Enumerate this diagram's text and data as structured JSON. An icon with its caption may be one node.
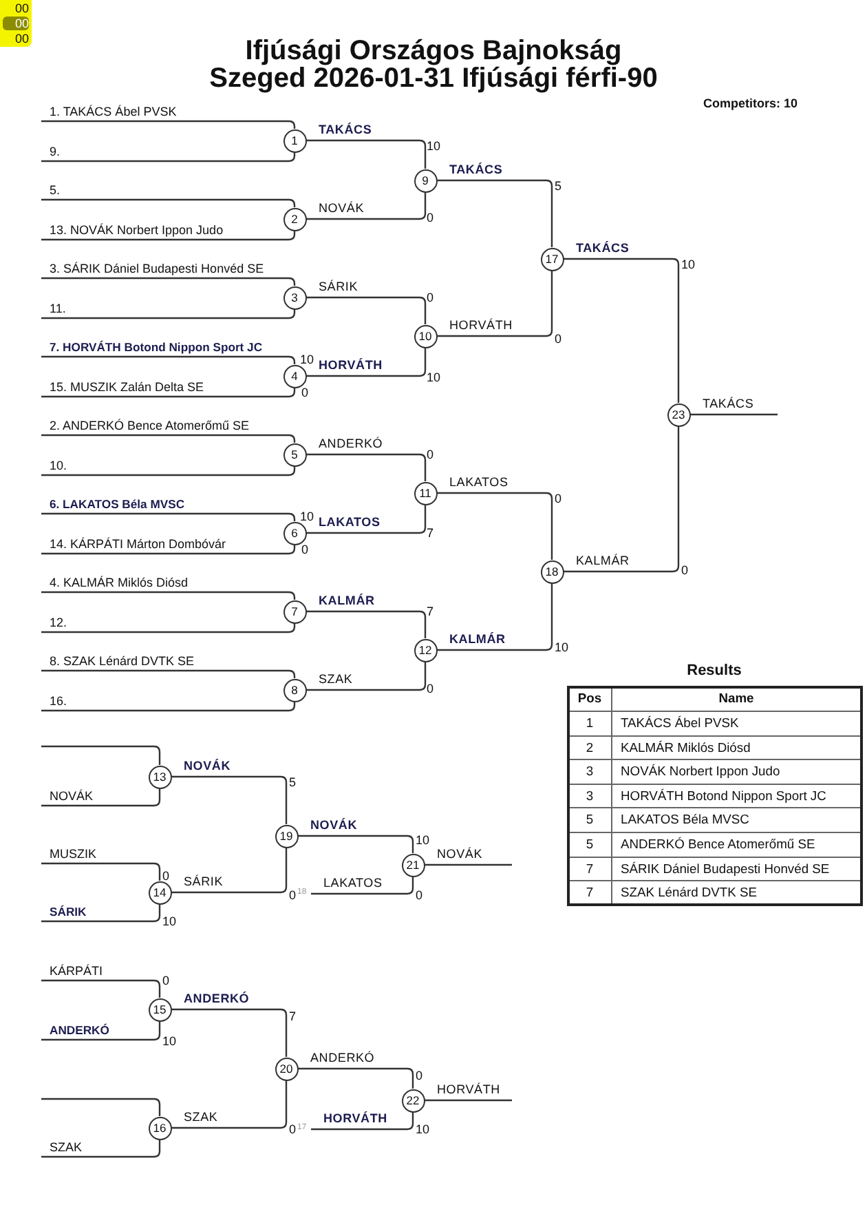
{
  "diagram": {
    "title": "Ifjúsági Országos Bajnokság Szeged 2026-01-31 Ifjúsági férfi-90",
    "nodes": [
      {
        "text": [
          "1"
        ]
      },
      {
        "text": [
          "2"
        ]
      },
      {
        "text": [
          "3"
        ]
      },
      {
        "text": [
          "4"
        ]
      },
      {
        "text": [
          "5"
        ]
      },
      {
        "text": [
          "6"
        ]
      },
      {
        "text": [
          "7"
        ]
      },
      {
        "text": [
          "8"
        ]
      },
      {
        "text": [
          "9"
        ]
      },
      {
        "text": [
          "10"
        ]
      },
      {
        "text": [
          "11"
        ]
      },
      {
        "text": [
          "12"
        ]
      },
      {
        "text": [
          "13"
        ]
      },
      {
        "text": [
          "14"
        ]
      },
      {
        "text": [
          "15"
        ]
      },
      {
        "text": [
          "16"
        ]
      },
      {
        "text": [
          "17"
        ]
      },
      {
        "text": [
          "18"
        ]
      },
      {
        "text": [
          "19"
        ]
      },
      {
        "text": [
          "20"
        ]
      },
      {
        "text": [
          "21"
        ]
      },
      {
        "text": [
          "22"
        ]
      },
      {
        "text": [
          "23"
        ]
      },
      {
        "text": [
          "1. TAKÁCS Ábel PVSK"
        ]
      },
      {
        "text": [
          "9."
        ]
      },
      {
        "text": [
          "5."
        ]
      },
      {
        "text": [
          "13. NOVÁK Norbert Ippon Judo"
        ]
      },
      {
        "text": [
          "3. SÁRIK Dániel Budapesti Honvéd SE"
        ]
      },
      {
        "text": [
          "11."
        ]
      },
      {
        "text": [
          "7. HORVÁTH Botond Nippon Sport JC"
        ]
      },
      {
        "text": [
          "15. MUSZIK Zalán Delta SE"
        ]
      },
      {
        "text": [
          "2. ANDERKÓ Bence Atomerőmű SE"
        ]
      },
      {
        "text": [
          "10."
        ]
      },
      {
        "text": [
          "6. LAKATOS Béla MVSC"
        ]
      },
      {
        "text": [
          "14. KÁRPÁTI Márton Dombóvár"
        ]
      },
      {
        "text": [
          "4. KALMÁR Miklós Diósd"
        ]
      },
      {
        "text": [
          "12."
        ]
      },
      {
        "text": [
          "8. SZAK Lénárd DVTK SE"
        ]
      },
      {
        "text": [
          "16."
        ]
      },
      {
        "text": [
          "NOVÁK"
        ]
      },
      {
        "text": [
          "MUSZIK"
        ]
      },
      {
        "text": [
          "SÁRIK"
        ]
      },
      {
        "text": [
          "KÁRPÁTI"
        ]
      },
      {
        "text": [
          "ANDERKÓ"
        ]
      },
      {
        "text": [
          "SZAK"
        ]
      },
      {
        "text": [
          "18"
        ]
      },
      {
        "text": [
          "17"
        ]
      }
    ],
    "edges": [
      {
        "from": 23,
        "to": 0,
        "arrow": "none"
      },
      {
        "from": 24,
        "to": 0,
        "arrow": "none"
      },
      {
        "from": 25,
        "to": 1,
        "arrow": "none"
      },
      {
        "from": 26,
        "to": 1,
        "arrow": "none"
      },
      {
        "from": 27,
        "to": 2,
        "arrow": "none"
      },
      {
        "from": 28,
        "to": 2,
        "arrow": "none"
      },
      {
        "from": 29,
        "to": 3,
        "arrow": "none"
      },
      {
        "from": 30,
        "to": 3,
        "arrow": "none"
      },
      {
        "from": 31,
        "to": 4,
        "arrow": "none"
      },
      {
        "from": 32,
        "to": 4,
        "arrow": "none"
      },
      {
        "from": 33,
        "to": 5,
        "arrow": "none"
      },
      {
        "from": 34,
        "to": 5,
        "arrow": "none"
      },
      {
        "from": 35,
        "to": 6,
        "arrow": "none"
      },
      {
        "from": 36,
        "to": 6,
        "arrow": "none"
      },
      {
        "from": 37,
        "to": 7,
        "arrow": "none"
      },
      {
        "from": 38,
        "to": 7,
        "arrow": "none"
      },
      {
        "from": null,
        "to": 12,
        "arrow": "none"
      },
      {
        "from": 39,
        "to": 12,
        "arrow": "none"
      },
      {
        "from": 40,
        "to": 13,
        "arrow": "none"
      },
      {
        "from": 41,
        "to": 13,
        "arrow": "none"
      },
      {
        "from": 42,
        "to": 14,
        "arrow": "none"
      },
      {
        "from": 43,
        "to": 14,
        "arrow": "none"
      },
      {
        "from": null,
        "to": 15,
        "arrow": "none"
      },
      {
        "from": 44,
        "to": 15,
        "arrow": "none"
      },
      {
        "from": 0,
        "to": 8,
        "arrow": "none",
        "label": "TAKÁCS"
      },
      {
        "from": 1,
        "to": 8,
        "arrow": "none",
        "label": "NOVÁK"
      },
      {
        "from": 2,
        "to": 9,
        "arrow": "none",
        "label": "SÁRIK"
      },
      {
        "from": 3,
        "to": 9,
        "arrow": "none",
        "label": "HORVÁTH"
      },
      {
        "from": 4,
        "to": 10,
        "arrow": "none",
        "label": "ANDERKÓ"
      },
      {
        "from": 5,
        "to": 10,
        "arrow": "none",
        "label": "LAKATOS"
      },
      {
        "from": 6,
        "to": 11,
        "arrow": "none",
        "label": "KALMÁR"
      },
      {
        "from": 7,
        "to": 11,
        "arrow": "none",
        "label": "SZAK"
      },
      {
        "from": 8,
        "to": 16,
        "arrow": "none",
        "label": "TAKÁCS"
      },
      {
        "from": 9,
        "to": 16,
        "arrow": "none",
        "label": "HORVÁTH"
      },
      {
        "from": 10,
        "to": 17,
        "arrow": "none",
        "label": "LAKATOS"
      },
      {
        "from": 11,
        "to": 17,
        "arrow": "none",
        "label": "KALMÁR"
      },
      {
        "from": 16,
        "to": 22,
        "arrow": "none",
        "label": "TAKÁCS"
      },
      {
        "from": 17,
        "to": 22,
        "arrow": "none",
        "label": "KALMÁR"
      },
      {
        "from": 22,
        "to": null,
        "arrow": "none",
        "label": "TAKÁCS"
      },
      {
        "from": 12,
        "to": 18,
        "arrow": "none",
        "label": "NOVÁK"
      },
      {
        "from": 13,
        "to": 18,
        "arrow": "none",
        "label": "SÁRIK"
      },
      {
        "from": 18,
        "to": 20,
        "arrow": "none",
        "label": "NOVÁK"
      },
      {
        "from": 45,
        "to": 20,
        "arrow": "none",
        "label": "LAKATOS"
      },
      {
        "from": 20,
        "to": null,
        "arrow": "none",
        "label": "NOVÁK"
      },
      {
        "from": 14,
        "to": 19,
        "arrow": "none",
        "label": "ANDERKÓ"
      },
      {
        "from": 15,
        "to": 19,
        "arrow": "none",
        "label": "SZAK"
      },
      {
        "from": 19,
        "to": 21,
        "arrow": "none",
        "label": "ANDERKÓ"
      },
      {
        "from": 46,
        "to": 21,
        "arrow": "none",
        "label": "HORVÁTH"
      },
      {
        "from": 21,
        "to": null,
        "arrow": "none",
        "label": "HORVÁTH"
      }
    ],
    "labels": [
      "00",
      "00",
      "00",
      "Competitors: 10",
      "10",
      "5",
      "0",
      "10",
      "0",
      "10",
      "0",
      "0",
      "10",
      "0",
      "0",
      "10",
      "7",
      "0",
      "0",
      "7",
      "10",
      "0",
      "Results",
      "Pos",
      "Name",
      "1",
      "TAKÁCS Ábel PVSK",
      "2",
      "KALMÁR Miklós Diósd",
      "3",
      "NOVÁK Norbert Ippon Judo",
      "3",
      "HORVÁTH Botond Nippon Sport JC",
      "5",
      "LAKATOS Béla MVSC",
      "5",
      "ANDERKÓ Bence Atomerőmű SE",
      "7",
      "SÁRIK Dániel Budapesti Honvéd SE",
      "7",
      "SZAK Lénárd DVTK SE",
      "5",
      "10",
      "0",
      "0",
      "0",
      "10",
      "0",
      "7",
      "10",
      "0",
      "0",
      "10"
    ]
  }
}
